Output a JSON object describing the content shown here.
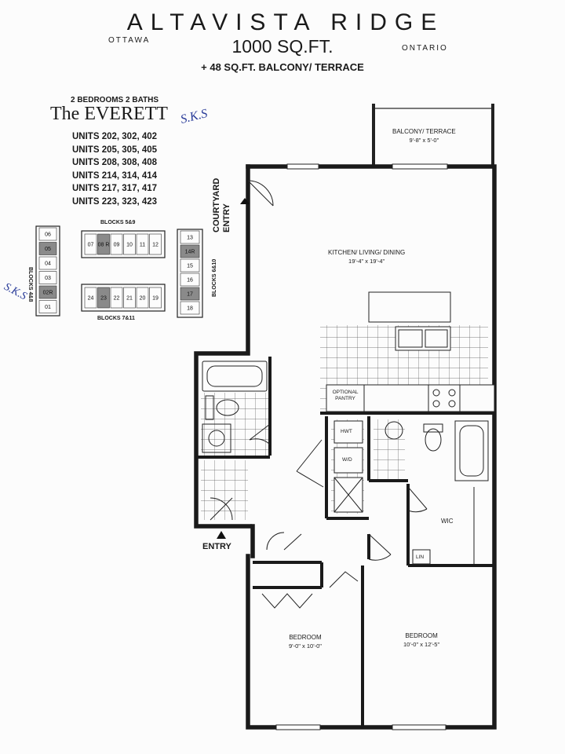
{
  "header": {
    "title": "ALTAVISTA RIDGE",
    "city": "OTTAWA",
    "province": "ONTARIO",
    "area": "1000 SQ.FT.",
    "balcony_area": "+ 48 SQ.FT. BALCONY/ TERRACE"
  },
  "model": {
    "bed_bath": "2 BEDROOMS 2 BATHS",
    "name": "The EVERETT",
    "handwritten_initials": "S.K.S",
    "units": [
      "UNITS 202, 302, 402",
      "UNITS 205, 305, 405",
      "UNITS 208, 308, 408",
      "UNITS 214, 314, 414",
      "UNITS 217, 317, 417",
      "UNITS 223, 323, 423"
    ]
  },
  "key_plan": {
    "blocks_top": "BLOCKS 5&9",
    "blocks_bottom": "BLOCKS 7&11",
    "blocks_left": "BLOCKS 4&8",
    "blocks_right": "BLOCKS 6&10",
    "handwritten": "S.K.S",
    "left_units": [
      "06",
      "05",
      "04",
      "03",
      "02R",
      "01"
    ],
    "top_units": [
      "07",
      "08 R",
      "09",
      "10",
      "11",
      "12"
    ],
    "right_units": [
      "13",
      "14R",
      "15",
      "16",
      "17",
      "18"
    ],
    "bottom_units": [
      "24",
      "23",
      "22",
      "21",
      "20",
      "19"
    ],
    "highlight_color": "#8a8a8a"
  },
  "plan": {
    "balcony": {
      "name": "BALCONY/ TERRACE",
      "dims": "9'-8\" x 5'-0\""
    },
    "living": {
      "name": "KITCHEN/ LIVING/ DINING",
      "dims": "19'-4\" x 19'-4\""
    },
    "pantry": "OPTIONAL PANTRY",
    "hwt": "HWT",
    "wd": "W/D",
    "wic": "WIC",
    "lin": "LIN",
    "courtyard_entry": "COURTYARD ENTRY",
    "entry": "ENTRY",
    "bedroom1": {
      "name": "BEDROOM",
      "dims": "9'-0\" x 10'-0\""
    },
    "bedroom2": {
      "name": "BEDROOM",
      "dims": "10'-0\" x 12'-5\""
    }
  }
}
